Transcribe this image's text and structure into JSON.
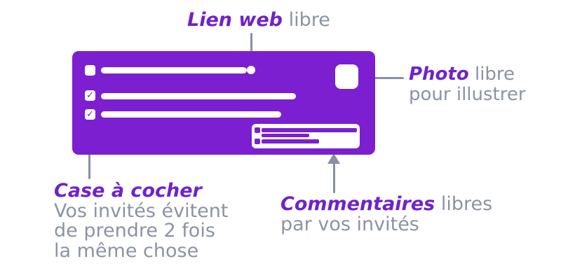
{
  "colors": {
    "card_purple": "#7b1fd1",
    "accent_purple": "#7023c8",
    "muted_gray": "#8d93a3",
    "arrow_gray": "#8a90a2",
    "background": "#ffffff"
  },
  "labels": {
    "link": {
      "term": "Lien web",
      "rest": "libre"
    },
    "photo": {
      "term": "Photo",
      "rest": "libre",
      "line2": "pour illustrer"
    },
    "checkbox": {
      "term": "Case à cocher",
      "line2": "Vos invités évitent",
      "line3": "de prendre 2 fois",
      "line4": "la même chose"
    },
    "comments": {
      "term": "Commentaires",
      "rest": "libres",
      "line2": "par vos invités"
    }
  },
  "card": {
    "items": [
      {
        "check": "",
        "has_link_dot": true
      },
      {
        "check": "✓",
        "has_link_dot": false
      },
      {
        "check": "✓",
        "has_link_dot": false
      }
    ],
    "comment_lines": 3,
    "has_photo_placeholder": true
  }
}
